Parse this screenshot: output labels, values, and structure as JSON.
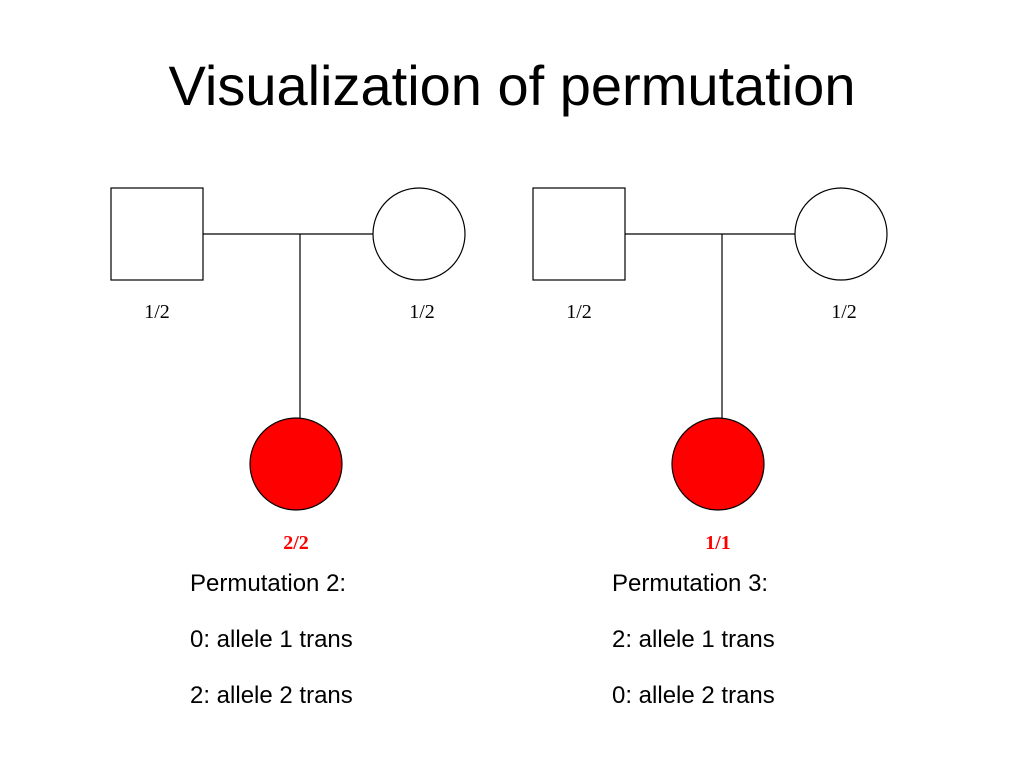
{
  "title": "Visualization of permutation",
  "colors": {
    "affected": "#ff0000",
    "line": "#000000",
    "child_label": "#ff0000"
  },
  "pedigrees": [
    {
      "father_genotype": "1/2",
      "mother_genotype": "1/2",
      "child_genotype": "2/2",
      "caption": [
        "Permutation 2:",
        "0: allele 1 trans",
        "2: allele 2 trans"
      ]
    },
    {
      "father_genotype": "1/2",
      "mother_genotype": "1/2",
      "child_genotype": "1/1",
      "caption": [
        "Permutation 3:",
        "2: allele 1 trans",
        "0: allele 2 trans"
      ]
    }
  ]
}
